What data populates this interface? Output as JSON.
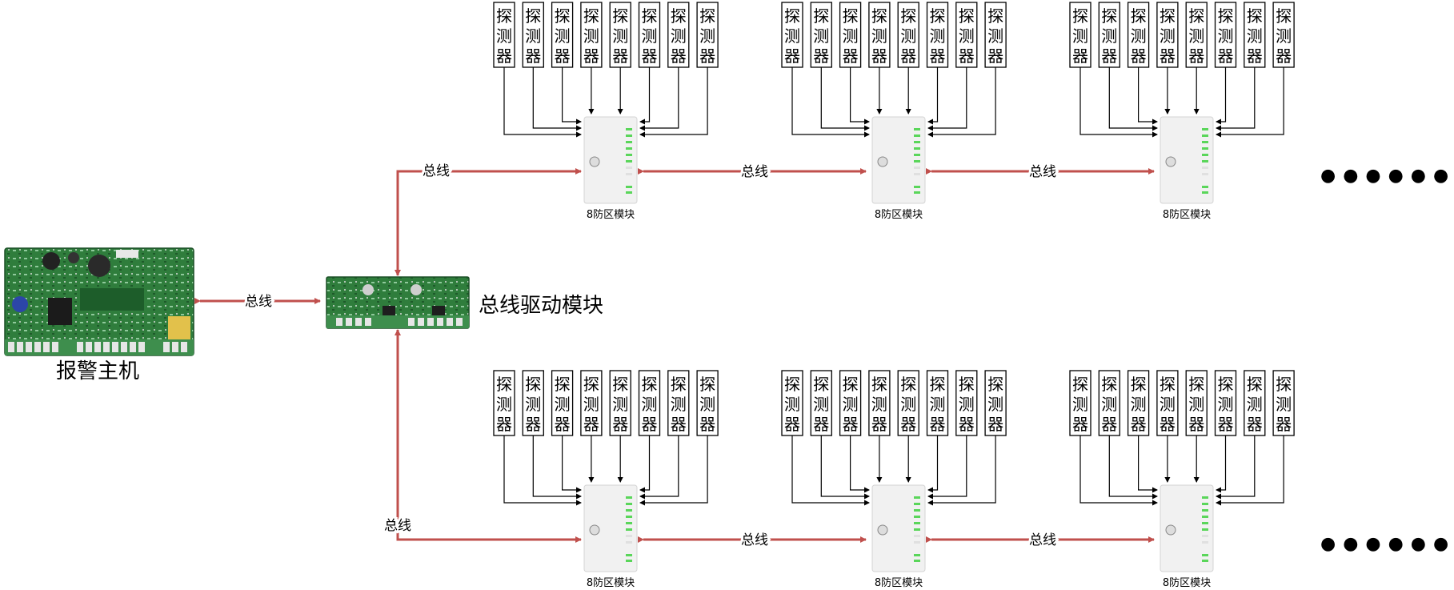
{
  "host": {
    "label": "报警主机"
  },
  "driver": {
    "label": "总线驱动模块"
  },
  "bus_label": "总线",
  "detector_label": "探测器",
  "module_label": "8防区模块",
  "ellipsis": "● ● ● ● ● ●",
  "rows": [
    {
      "name": "top",
      "modules": 3,
      "detectors_per_module": 8
    },
    {
      "name": "bottom",
      "modules": 3,
      "detectors_per_module": 8
    }
  ],
  "colors": {
    "bus": "#c0504d",
    "wire": "#000000",
    "pcb": "#2f7d3c",
    "module_body": "#f1f1f1",
    "module_led": "#5ad65a"
  }
}
